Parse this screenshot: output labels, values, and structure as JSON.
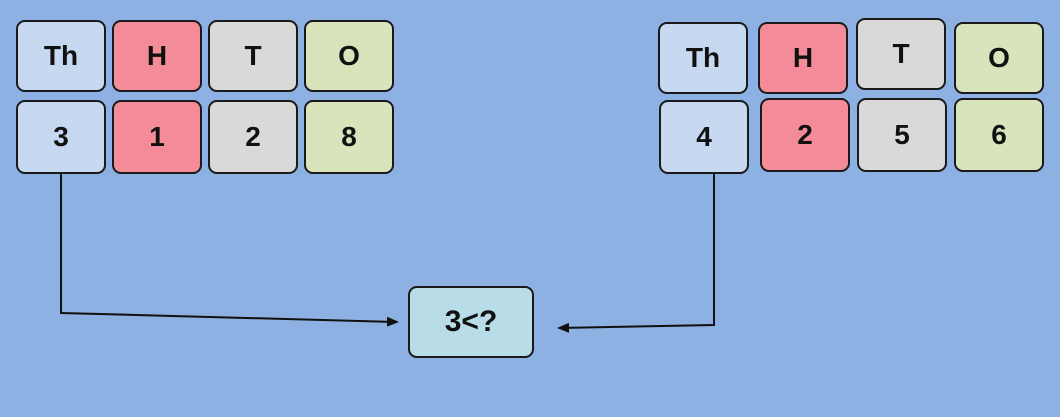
{
  "left": {
    "headers": [
      "Th",
      "H",
      "T",
      "O"
    ],
    "digits": [
      "3",
      "1",
      "2",
      "8"
    ]
  },
  "right": {
    "headers": [
      "Th",
      "H",
      "T",
      "O"
    ],
    "digits": [
      "4",
      "2",
      "5",
      "6"
    ]
  },
  "comparison": "3<?",
  "colors": {
    "background": "#8db1e2",
    "thousands": "#c7d9f1",
    "hundreds": "#f48b98",
    "tens": "#d9d9d9",
    "ones": "#d8e4bc",
    "comparison_box": "#b8dde8"
  }
}
